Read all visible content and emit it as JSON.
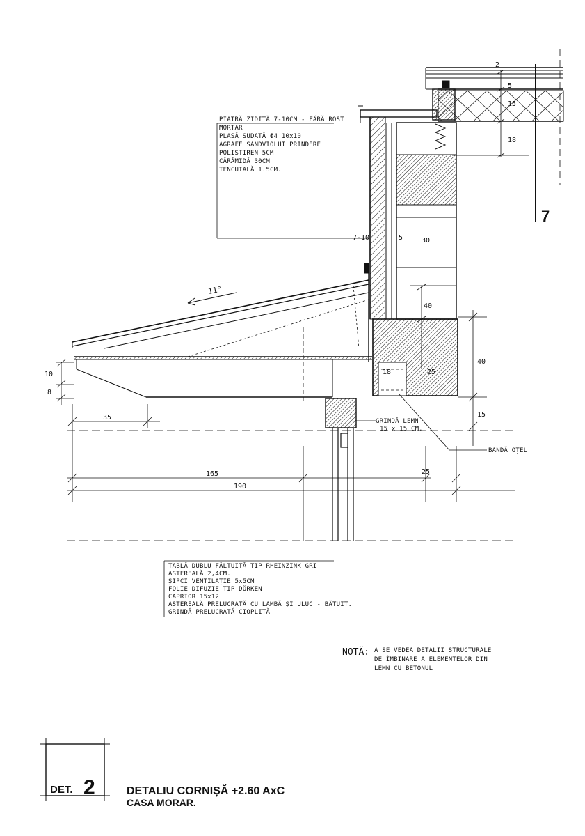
{
  "sheet_number": "7",
  "wall_notes": [
    "PIATRĂ ZIDITĂ 7-10CM - FĂRĂ ROST",
    "MORTAR",
    "PLASĂ SUDATĂ Φ4 10x10",
    "AGRAFE SANDVIOLUI PRINDERE",
    "POLISTIREN 5CM",
    "CĂRĂMIDĂ 30CM",
    "TENCUIALĂ 1.5CM."
  ],
  "roof_notes": [
    "TABLĂ DUBLU FĂLTUITĂ TIP RHEINZINK GRI",
    "ASTEREALĂ 2,4CM.",
    "ȘIPCI VENTILAȚIE 5x5CM",
    "FOLIE DIFUZIE TIP DÖRKEN",
    "CAPRIOR 15x12",
    "ASTEREALĂ PRELUCRATĂ CU LAMBĂ ȘI ULUC - BĂTUIT.",
    "GRINDĂ PRELUCRATĂ CIOPLITĂ"
  ],
  "beam_label": [
    "GRINDĂ LEMN",
    "15 x 15 CM."
  ],
  "steel_label": "BANDĂ OȚEL",
  "slope": "11°",
  "dimensions": {
    "d2": "2",
    "d5": "5",
    "d15_top": "15",
    "d18_top": "18",
    "d7_10": "7-10",
    "d5_wall": "5",
    "d30": "30",
    "d40_inner": "40",
    "d18_mid": "18",
    "d25_beam": "25",
    "d40_right": "40",
    "d15_right": "15",
    "d10": "10",
    "d8": "8",
    "d35": "35",
    "d165": "165",
    "d190": "190",
    "d25_bottom": "25"
  },
  "note_label": "NOTĂ:",
  "note_lines": [
    "A SE VEDEA DETALII STRUCTURALE",
    "DE ÎMBINARE A ELEMENTELOR DIN",
    "LEMN CU BETONUL"
  ],
  "det_label": "DET.",
  "det_number": "2",
  "title_line1": "DETALIU CORNIȘĂ +2.60 AxC",
  "title_line2": "CASA MORAR."
}
